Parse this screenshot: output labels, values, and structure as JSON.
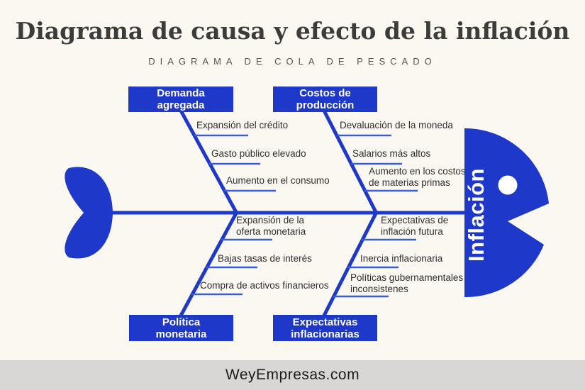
{
  "page": {
    "title": "Diagrama de causa y efecto de la inflación",
    "subtitle": "DIAGRAMA DE COLA DE PESCADO"
  },
  "effect": {
    "label": "Inflación"
  },
  "branches": [
    {
      "id": "demanda-agregada",
      "position": "top-left",
      "label": "Demanda agregada",
      "items": [
        {
          "label": "Expansión del crédito"
        },
        {
          "label": "Gasto público elevado"
        },
        {
          "label": "Aumento en el consumo"
        }
      ]
    },
    {
      "id": "costos-de-produccion",
      "position": "top-right",
      "label": "Costos de producción",
      "items": [
        {
          "label": "Devaluación de la moneda"
        },
        {
          "label": "Salarios más altos"
        },
        {
          "label": "Aumento en los costos de materias primas"
        }
      ]
    },
    {
      "id": "politica-monetaria",
      "position": "bottom-left",
      "label": "Política monetaria",
      "items": [
        {
          "label": "Expansión de la oferta monetaria"
        },
        {
          "label": "Bajas tasas de interés"
        },
        {
          "label": "Compra de activos financieros"
        }
      ]
    },
    {
      "id": "expectativas-inflacionarias",
      "position": "bottom-right",
      "label": "Expectativas inflacionarias",
      "items": [
        {
          "label": "Expectativas de inflación futura"
        },
        {
          "label": "Inercia inflacionaria"
        },
        {
          "label": "Políticas gubernamentales inconsistenes"
        }
      ]
    }
  ],
  "footer": {
    "website": "WeyEmpresas.com"
  },
  "colors": {
    "primary_blue": "#1e38c9",
    "underline_blue": "#3b5ed8",
    "background": "#fbf8f1",
    "footer_bar": "#d8d7d5",
    "title_text": "#3c3c3a"
  }
}
